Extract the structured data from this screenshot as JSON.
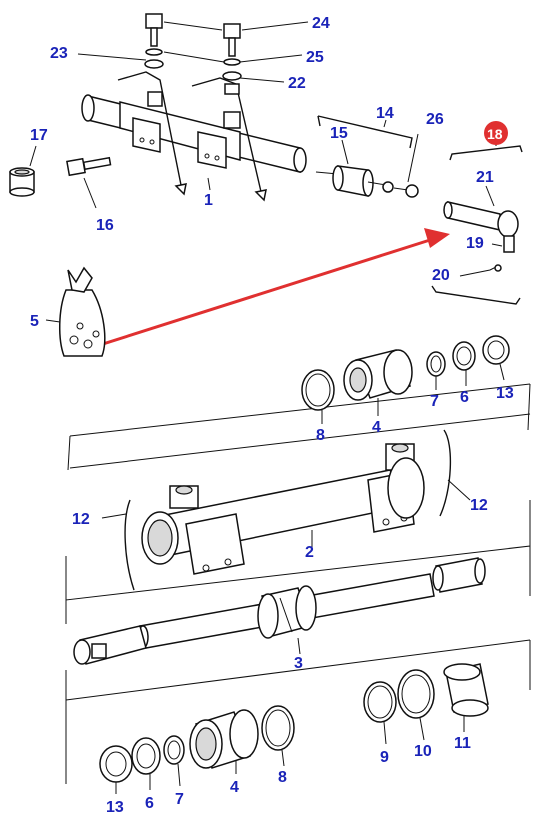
{
  "diagram": {
    "callouts": {
      "p1": "1",
      "p2": "2",
      "p3": "3",
      "p4a": "4",
      "p4b": "4",
      "p5": "5",
      "p6a": "6",
      "p6b": "6",
      "p7a": "7",
      "p7b": "7",
      "p8a": "8",
      "p8b": "8",
      "p9": "9",
      "p10": "10",
      "p11": "11",
      "p12a": "12",
      "p12b": "12",
      "p13a": "13",
      "p13b": "13",
      "p14": "14",
      "p15": "15",
      "p16": "16",
      "p17": "17",
      "p18": "18",
      "p19": "19",
      "p20": "20",
      "p21": "21",
      "p22": "22",
      "p23": "23",
      "p24": "24",
      "p25": "25",
      "p26": "26"
    },
    "colors": {
      "callout_text": "#1a23b8",
      "highlight_badge": "#e03030",
      "arrow": "#e03030",
      "line": "#111111"
    }
  }
}
